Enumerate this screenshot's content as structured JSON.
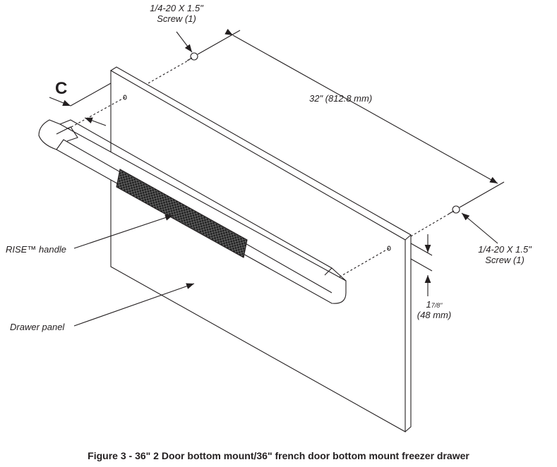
{
  "labels": {
    "screw_top_line1": "1/4-20 X 1.5\"",
    "screw_top_line2": "Screw (1)",
    "width_dim": "32\" (812.8 mm)",
    "c_marker": "C",
    "handle": "RISE™ handle",
    "panel": "Drawer panel",
    "screw_right_line1": "1/4-20 X 1.5\"",
    "screw_right_line2": "Screw (1)",
    "offset_whole": "1",
    "offset_frac": "7/8\"",
    "offset_mm": "(48 mm)"
  },
  "caption": "Figure 3 - 36\" 2 Door bottom mount/36\" french door bottom mount freezer drawer"
}
